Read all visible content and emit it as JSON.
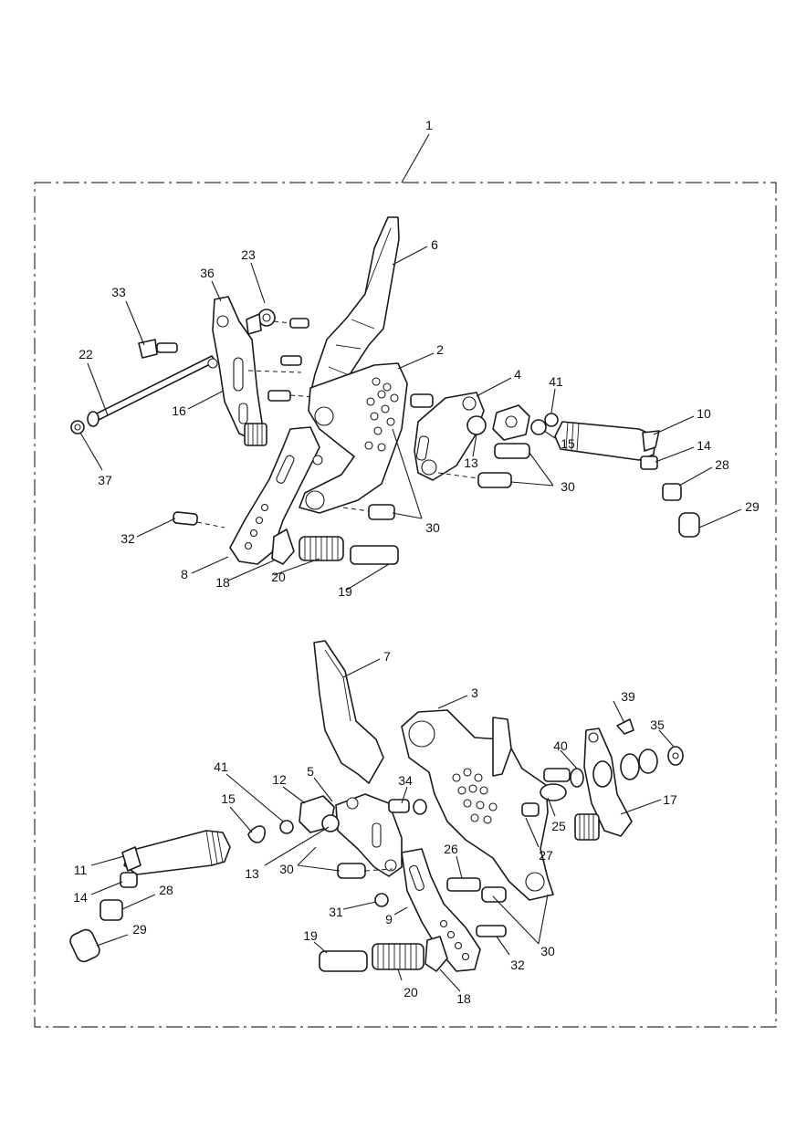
{
  "diagram": {
    "frame_label": "1",
    "upper_assembly": {
      "callouts": [
        "6",
        "23",
        "36",
        "33",
        "22",
        "16",
        "37",
        "2",
        "4",
        "41",
        "10",
        "14",
        "28",
        "29",
        "13",
        "15",
        "30",
        "30",
        "32",
        "8",
        "18",
        "20",
        "19"
      ]
    },
    "lower_assembly": {
      "callouts": [
        "7",
        "3",
        "39",
        "35",
        "40",
        "41",
        "12",
        "5",
        "34",
        "17",
        "15",
        "25",
        "11",
        "13",
        "30",
        "26",
        "27",
        "14",
        "28",
        "31",
        "9",
        "29",
        "19",
        "32",
        "30",
        "20",
        "18"
      ]
    }
  }
}
